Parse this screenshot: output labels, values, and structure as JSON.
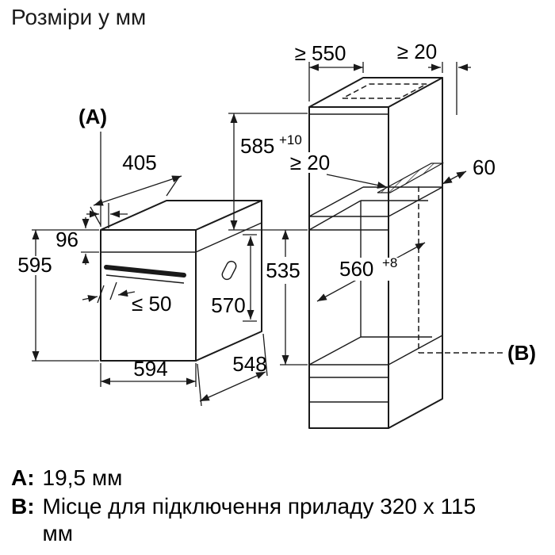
{
  "title": "Розміри у мм",
  "oven": {
    "label": "(A)",
    "dim_top_depth": "405",
    "dim_panel_height": "96",
    "dim_height": "595",
    "dim_handle_clearance": "≤ 50",
    "dim_door": "570",
    "dim_width": "594",
    "dim_depth": "548"
  },
  "cabinet": {
    "label": "(B)",
    "dim_min_depth": "≥ 550",
    "dim_top_rear_gap": "≥ 20",
    "dim_niche_height": "585",
    "dim_niche_height_tol": "+10",
    "dim_rear_gap": "≥ 20",
    "dim_vent": "60",
    "dim_niche_depth": "560",
    "dim_niche_depth_tol": "+8",
    "dim_lower_opening_height": "535"
  },
  "legend": {
    "a_key": "A:",
    "a_text": "19,5 мм",
    "b_key": "B:",
    "b_text": "Місце для підключення приладу 320 x 115 мм"
  }
}
